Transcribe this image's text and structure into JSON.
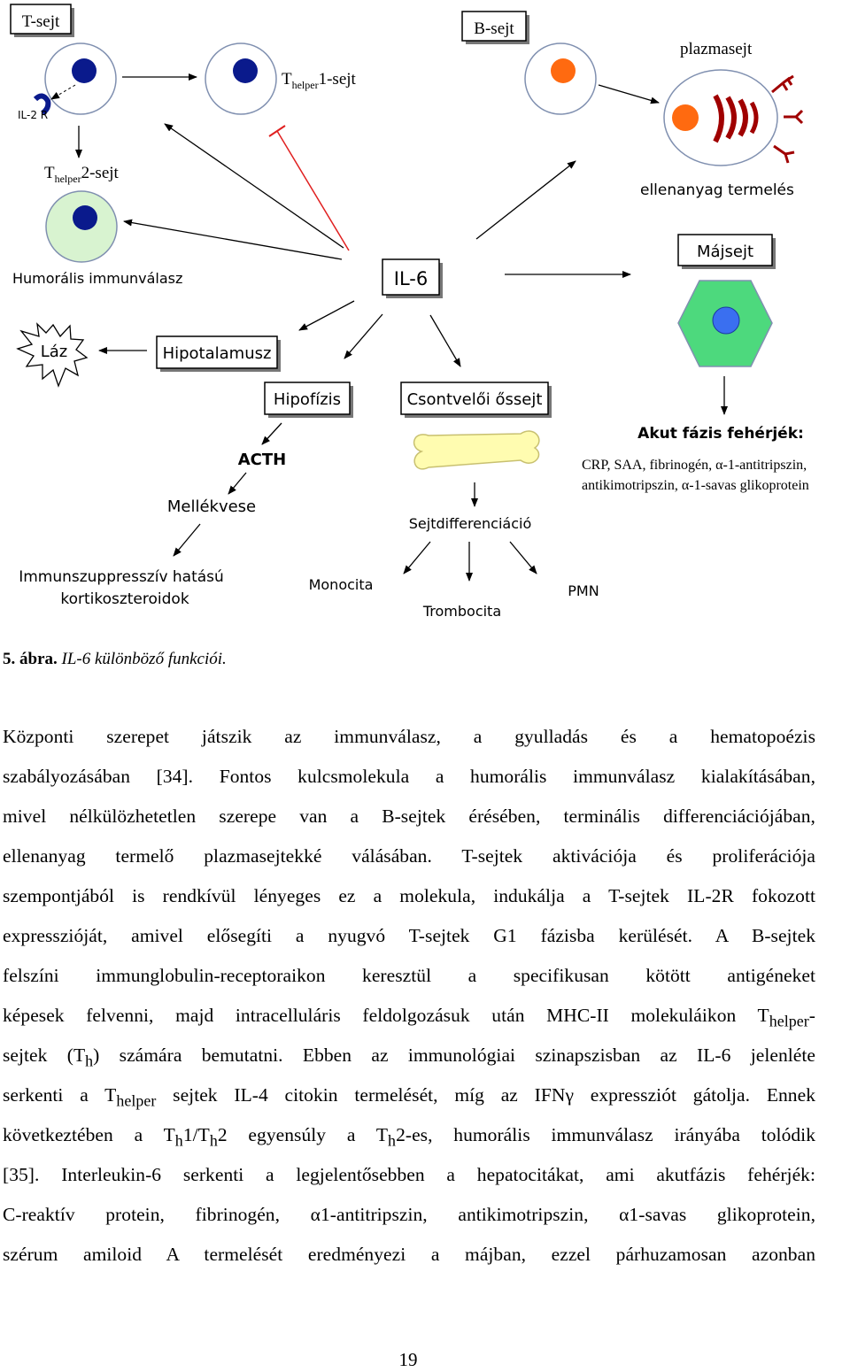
{
  "figure": {
    "labels": {
      "t_cell": "T-sejt",
      "il2r": "IL-2 R",
      "b_cell": "B-sejt",
      "plasma_cell": "plazmasejt",
      "t_helper": "T",
      "helper_sub": "helper",
      "th1_suffix": "1-sejt",
      "th2_suffix": "2-sejt",
      "antibody": "ellenanyag termelés",
      "humoral": "Humorális immunválasz",
      "il6": "IL-6",
      "liver_cell": "Májsejt",
      "fever": "Láz",
      "hypothalamus": "Hipotalamusz",
      "pituitary": "Hipofízis",
      "stem_cell": "Csontvelői őssejt",
      "acth": "ACTH",
      "adrenal": "Mellékvese",
      "acute_title": "Akut fázis fehérjék:",
      "acute_line1": "CRP, SAA, fibrinogén, α-1-antitripszin,",
      "acute_line2": "antikimotripszin, α-1-savas glikoprotein",
      "differentiation": "Sejtdifferenciáció",
      "immunosuppressive_1": "Immunszuppresszív hatású",
      "immunosuppressive_2": "kortikoszteroidok",
      "monocyte": "Monocita",
      "thrombocyte": "Trombocita",
      "pmn": "PMN"
    },
    "colors": {
      "nucleus": "#0a1a8c",
      "b_nucleus": "#ff6a10",
      "th2_cytoplasm": "#d8f3d0",
      "liver": "#4dd97d",
      "liver_nucleus": "#3a6ff0",
      "bone": "#fffcb0",
      "inhibit_line": "#e02020",
      "antibody": "#a00000"
    }
  },
  "caption": {
    "number": "5. ábra.",
    "text": "IL-6 különböző funkciói."
  },
  "paragraph": {
    "l1": "Központi szerepet játszik az immunválasz, a gyulladás és a hematopoézis",
    "l2": "szabályozásában [34]. Fontos kulcsmolekula a humorális immunválasz kialakításában,",
    "l3": "mivel nélkülözhetetlen szerepe van a B-sejtek érésében, terminális differenciációjában,",
    "l4": "ellenanyag termelő plazmasejtekké válásában. T-sejtek aktivációja és proliferációja",
    "l5": "szempontjából is rendkívül lényeges ez a molekula, indukálja a T-sejtek IL-2R fokozott",
    "l6": "expresszióját, amivel elősegíti a nyugvó T-sejtek G1 fázisba kerülését. A B-sejtek",
    "l7": "felszíni immunglobulin-receptoraikon keresztül a specifikusan kötött antigéneket",
    "l8a": "képesek felvenni, majd intracelluláris feldolgozásuk után MHC-II molekuláikon T",
    "l8sub": "helper",
    "l8b": "-",
    "l9a": "sejtek (T",
    "l9sub": "h",
    "l9b": ") számára bemutatni. Ebben az immunológiai szinapszisban az IL-6 jelenléte",
    "l10a": "serkenti a T",
    "l10sub": "helper",
    "l10b": " sejtek IL-4 citokin termelését, míg az IFNγ expressziót gátolja. Ennek",
    "l11a": "következtében a T",
    "l11sub1": "h",
    "l11b": "1/T",
    "l11sub2": "h",
    "l11c": "2 egyensúly a T",
    "l11sub3": "h",
    "l11d": "2-es, humorális immunválasz irányába tolódik",
    "l12": "[35]. Interleukin-6 serkenti a legjelentősebben a hepatocitákat, ami akutfázis fehérjék:",
    "l13": "C-reaktív protein, fibrinogén, α1-antitripszin, antikimotripszin, α1-savas glikoprotein,",
    "l14": "szérum amiloid A termelését eredményezi a májban, ezzel párhuzamosan azonban"
  },
  "page_number": "19"
}
